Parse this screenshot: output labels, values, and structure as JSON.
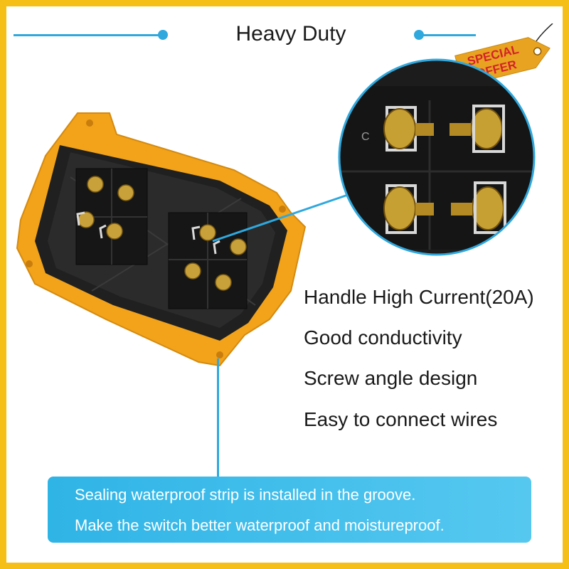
{
  "header": {
    "title": "Heavy Duty"
  },
  "badge": {
    "line1": "SPECIAL",
    "line2": "OFFER"
  },
  "inset": {
    "marker_label": "C"
  },
  "features": [
    "Handle High Current(20A)",
    "Good conductivity",
    "Screw angle design",
    "Easy to connect wires"
  ],
  "banner": {
    "line1": "Sealing waterproof strip is installed in the groove.",
    "line2": "Make the switch better waterproof and moistureproof."
  },
  "colors": {
    "frame": "#f5bf17",
    "accent": "#2fa8dd",
    "housing": "#f2a31a",
    "badge": "#e8a321",
    "badge_text": "#d4222a"
  }
}
